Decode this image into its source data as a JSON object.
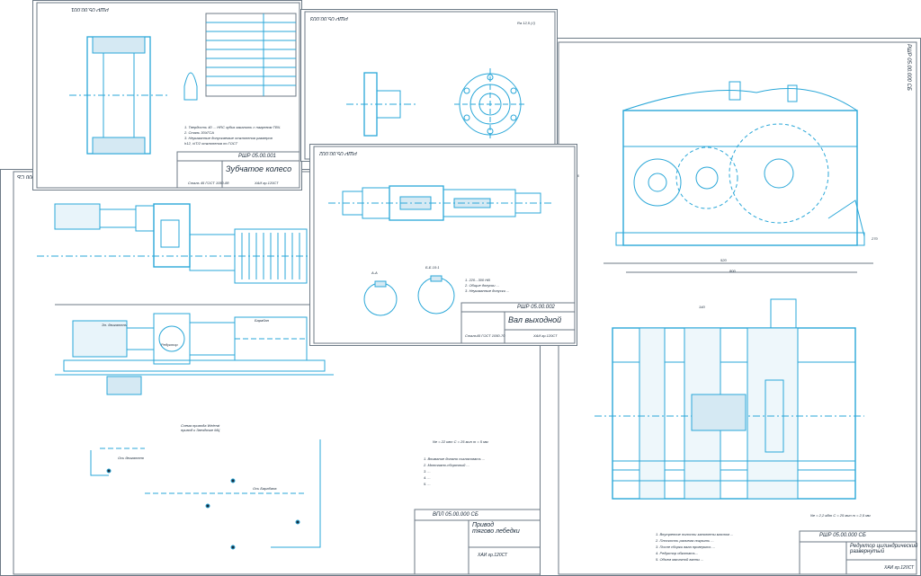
{
  "colors": {
    "line": "#2aa7d8",
    "ink": "#1a2a3a",
    "frame": "#6d7a86",
    "paper": "#ffffff"
  },
  "sheets": {
    "assembly": {
      "code": "ВПЛ 05.00.000 СБ",
      "title": "Привод\nтягово лебедки",
      "group": "ХАИ гр.120СТ",
      "top_code": "ВПЛ 05.00.000 СБ",
      "labels": {
        "motor": "Эл. двигатель",
        "gear": "Редуктор",
        "drum": "Барабан",
        "axis": "Ось двигателя",
        "axis2": "Ось Барабана"
      },
      "notes": "Ne = 22 квт      С = 25 мин      m = 5 мм",
      "note_text": "1. Внимание должно согласовать ...\n2. Монтажно-сборочный ...\n3. ...\n4. ...\n5. ...",
      "scheme_caption": "Схема привода Welerat\nпривод к Звездочке МЦ"
    },
    "gear_wheel": {
      "code": "РШР 05.00.001",
      "title": "Зубчатое колесо",
      "material": "Сталь 45 ГОСТ 1050-88",
      "group": "ХАИ гр.120СТ",
      "top_code": "РШР 05.00.001",
      "notes": "1. Твердость 40 ... HRC зубья закалить с нагревом ТВЧ.\n2. Сталь 30ХГСА\n3. Неуказанные допускаемые отклонения размеров\nh12, ±IT/2 отклонения по ГОСТ"
    },
    "shaft": {
      "code": "РШР 05.00.002",
      "title": "Вал выходной",
      "material": "Сталь45 ГОСТ 1050-70",
      "group": "ХАИ гр.120СТ",
      "top_code": "РШР 05.00.002",
      "section_a": "А-А",
      "section_b": "Б-Б 10:1",
      "notes": "1. 220...300 НВ\n2. Общие допуски ...\n3. Неуказанные допуски ..."
    },
    "cover": {
      "top_code": "РШР 05.00.003",
      "roughness": "Ra 12,5 (√)"
    },
    "reducer": {
      "code": "РШР 05.00.000 СБ",
      "title": "Редуктор цилиндрический\nразвернутый",
      "group": "ХАИ гр.120СТ",
      "top_code": "РШР 05.00.000 СБ",
      "params": "Ne = 2,2 кВт      С = 25 мин      m = 2,5 мм",
      "notes": "1. Внутренние полости заполнены маслом ...\n2. Плоскость разъема покрыть ...\n3. После сборки вала проверить ...\n4. Редуктор обкатать...\n5. Объем масляной ванны ...",
      "dims": {
        "d1": "800",
        "d2": "520",
        "d3": "336",
        "d4": "270",
        "d5": "140"
      }
    }
  }
}
